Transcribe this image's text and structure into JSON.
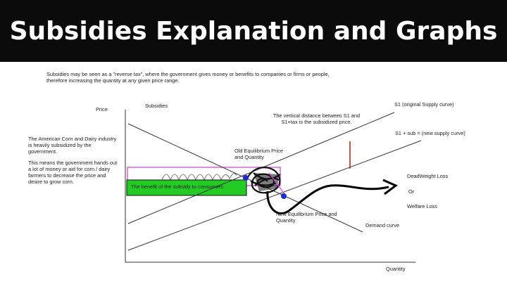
{
  "title": "Subsidies Explanation and Graphs",
  "intro": "Subsidies may be seen as a \"reverse tax\", where the government gives money or benefits to companies or firms or people, therefore increasing the quantity at any given price range.",
  "left_text": {
    "p1": "The American Corn and Dairy industry is heavily subsidized by the government.",
    "p2": "This means the government hands out a lot of money or aid for corn / dairy farmers to decrease the price and desire to grow corn."
  },
  "graph": {
    "y_axis_label": "Price",
    "x_axis_label": "Quantity",
    "graph_label": "Subsidies",
    "s1_label": "S1 (original Supply curve)",
    "s1_sub_label": "S1 + sub = (new supply curve)",
    "vertical_note": "The vertical distance between S1 and S1+tax is the subsidized price.",
    "old_eq_label": "Old Equilibrium Price and Quantity",
    "new_eq_label": "New Equilibrium Price and Quantity",
    "demand_label": "Demand curve",
    "benefit_label": "The benefit of the subsidy to consumers",
    "dwl_label_1": "DeadWeight Loss",
    "dwl_label_2": "Or",
    "dwl_label_3": "Welfare Loss",
    "colors": {
      "benefit_fill": "#22cc22",
      "pink_box": "#e040e0",
      "equilibrium_dot": "#1a2ad8",
      "subsidy_marker": "#c0261c"
    }
  }
}
